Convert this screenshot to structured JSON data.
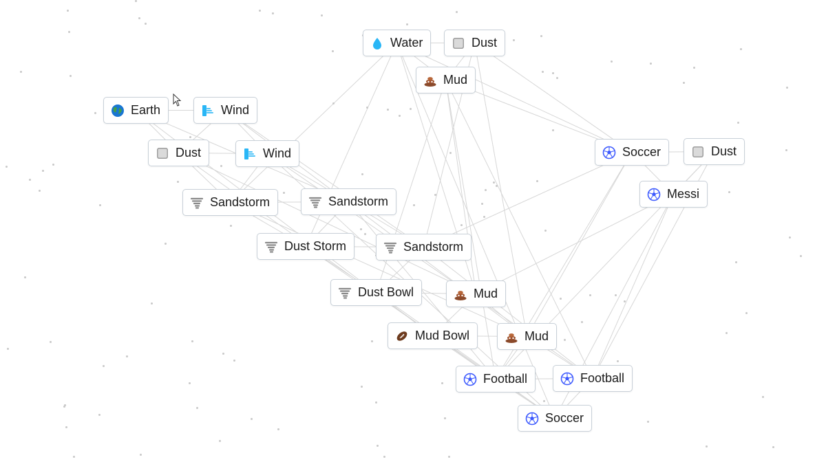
{
  "icons": {
    "water": "water-drop-icon",
    "dust": "dust-cloud-icon",
    "mud": "mud-pile-icon",
    "earth": "earth-globe-icon",
    "wind": "wind-icon",
    "sandstorm": "tornado-icon",
    "soccer": "soccer-ball-icon",
    "football": "american-football-icon"
  },
  "colors": {
    "node_border": "#c8d0d8",
    "link_line": "#d6d6d6",
    "water": "#29b6f6",
    "mud": "#a0522d",
    "earth_land": "#2e7d32",
    "earth_sea": "#1976d2",
    "soccer": "#3d5afe",
    "football": "#6d3b1e"
  },
  "elements": [
    {
      "id": "water-1",
      "label": "Water",
      "icon": "water"
    },
    {
      "id": "dust-1",
      "label": "Dust",
      "icon": "dust"
    },
    {
      "id": "mud-1",
      "label": "Mud",
      "icon": "mud"
    },
    {
      "id": "earth-1",
      "label": "Earth",
      "icon": "earth"
    },
    {
      "id": "wind-1",
      "label": "Wind",
      "icon": "wind"
    },
    {
      "id": "dust-2",
      "label": "Dust",
      "icon": "dust"
    },
    {
      "id": "wind-2",
      "label": "Wind",
      "icon": "wind"
    },
    {
      "id": "sandstorm-1",
      "label": "Sandstorm",
      "icon": "sandstorm"
    },
    {
      "id": "sandstorm-2",
      "label": "Sandstorm",
      "icon": "sandstorm"
    },
    {
      "id": "dust-storm-1",
      "label": "Dust Storm",
      "icon": "sandstorm"
    },
    {
      "id": "sandstorm-3",
      "label": "Sandstorm",
      "icon": "sandstorm"
    },
    {
      "id": "dust-bowl-1",
      "label": "Dust Bowl",
      "icon": "sandstorm"
    },
    {
      "id": "mud-2",
      "label": "Mud",
      "icon": "mud"
    },
    {
      "id": "mud-bowl-1",
      "label": "Mud Bowl",
      "icon": "football"
    },
    {
      "id": "mud-3",
      "label": "Mud",
      "icon": "mud"
    },
    {
      "id": "football-1",
      "label": "Football",
      "icon": "soccer"
    },
    {
      "id": "football-2",
      "label": "Football",
      "icon": "soccer"
    },
    {
      "id": "soccer-1",
      "label": "Soccer",
      "icon": "soccer"
    },
    {
      "id": "soccer-2",
      "label": "Soccer",
      "icon": "soccer"
    },
    {
      "id": "dust-3",
      "label": "Dust",
      "icon": "dust"
    },
    {
      "id": "messi-1",
      "label": "Messi",
      "icon": "soccer"
    }
  ],
  "links": [
    [
      "water-1",
      "dust-1"
    ],
    [
      "water-1",
      "mud-1"
    ],
    [
      "dust-1",
      "mud-1"
    ],
    [
      "earth-1",
      "wind-1"
    ],
    [
      "earth-1",
      "dust-2"
    ],
    [
      "wind-1",
      "dust-2"
    ],
    [
      "wind-1",
      "wind-2"
    ],
    [
      "dust-2",
      "wind-2"
    ],
    [
      "dust-2",
      "sandstorm-1"
    ],
    [
      "wind-2",
      "sandstorm-1"
    ],
    [
      "sandstorm-1",
      "sandstorm-2"
    ],
    [
      "wind-2",
      "sandstorm-2"
    ],
    [
      "sandstorm-1",
      "dust-storm-1"
    ],
    [
      "sandstorm-2",
      "dust-storm-1"
    ],
    [
      "sandstorm-2",
      "sandstorm-3"
    ],
    [
      "dust-storm-1",
      "sandstorm-3"
    ],
    [
      "dust-storm-1",
      "dust-bowl-1"
    ],
    [
      "sandstorm-3",
      "dust-bowl-1"
    ],
    [
      "mud-1",
      "mud-2"
    ],
    [
      "dust-bowl-1",
      "mud-2"
    ],
    [
      "dust-bowl-1",
      "mud-bowl-1"
    ],
    [
      "mud-2",
      "mud-bowl-1"
    ],
    [
      "mud-2",
      "mud-3"
    ],
    [
      "mud-bowl-1",
      "mud-3"
    ],
    [
      "mud-bowl-1",
      "football-1"
    ],
    [
      "mud-3",
      "football-1"
    ],
    [
      "football-1",
      "football-2"
    ],
    [
      "mud-3",
      "football-2"
    ],
    [
      "football-1",
      "soccer-1"
    ],
    [
      "football-2",
      "soccer-1"
    ],
    [
      "soccer-2",
      "dust-3"
    ],
    [
      "soccer-2",
      "messi-1"
    ],
    [
      "dust-3",
      "messi-1"
    ],
    [
      "water-1",
      "soccer-2"
    ],
    [
      "dust-1",
      "soccer-2"
    ],
    [
      "mud-1",
      "soccer-2"
    ],
    [
      "water-1",
      "sandstorm-1"
    ],
    [
      "water-1",
      "dust-storm-1"
    ],
    [
      "dust-1",
      "sandstorm-3"
    ],
    [
      "mud-1",
      "football-1"
    ],
    [
      "mud-1",
      "football-2"
    ],
    [
      "water-1",
      "soccer-1"
    ],
    [
      "earth-1",
      "sandstorm-2"
    ],
    [
      "earth-1",
      "mud-bowl-1"
    ],
    [
      "wind-1",
      "sandstorm-3"
    ],
    [
      "wind-1",
      "mud-3"
    ],
    [
      "dust-2",
      "football-1"
    ],
    [
      "dust-2",
      "mud-2"
    ],
    [
      "wind-2",
      "football-2"
    ],
    [
      "wind-2",
      "soccer-1"
    ],
    [
      "sandstorm-1",
      "mud-3"
    ],
    [
      "sandstorm-2",
      "football-1"
    ],
    [
      "sandstorm-3",
      "football-2"
    ],
    [
      "dust-storm-1",
      "soccer-1"
    ],
    [
      "dust-bowl-1",
      "soccer-1"
    ],
    [
      "soccer-2",
      "football-1"
    ],
    [
      "soccer-2",
      "mud-3"
    ],
    [
      "messi-1",
      "football-2"
    ],
    [
      "messi-1",
      "soccer-1"
    ],
    [
      "messi-1",
      "mud-2"
    ],
    [
      "dust-3",
      "football-1"
    ],
    [
      "dust-3",
      "football-2"
    ],
    [
      "soccer-2",
      "sandstorm-3"
    ],
    [
      "mud-1",
      "dust-bowl-1"
    ],
    [
      "water-1",
      "mud-2"
    ],
    [
      "dust-1",
      "mud-3"
    ]
  ]
}
